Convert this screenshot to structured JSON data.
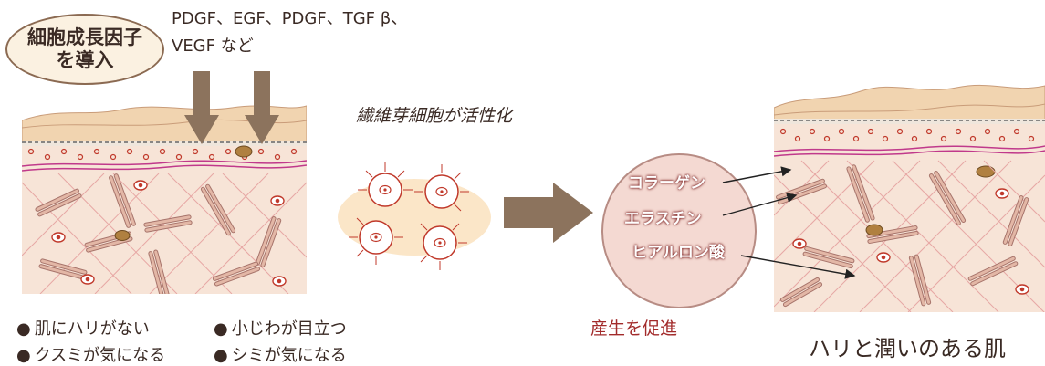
{
  "badge": {
    "line1": "細胞成長因子",
    "line2": "を導入"
  },
  "factors": {
    "line1": "PDGF、EGF、PDGF、TGF β、",
    "line2": "VEGF など"
  },
  "activation_label": "繊維芽細胞が活性化",
  "symptoms": [
    "肌にハリがない",
    "小じわが目立つ",
    "クスミが気になる",
    "シミが気になる"
  ],
  "production_label": "産生を促進",
  "products": [
    "コラーゲン",
    "エラスチン",
    "ヒアルロン酸"
  ],
  "result_label": "ハリと潤いのある肌",
  "colors": {
    "skin_top": "#f1d4b0",
    "dermis": "#f7e4d7",
    "fiber": "#e7a7a4",
    "arrow": "#8c735d",
    "accent_red": "#a22b2b"
  }
}
